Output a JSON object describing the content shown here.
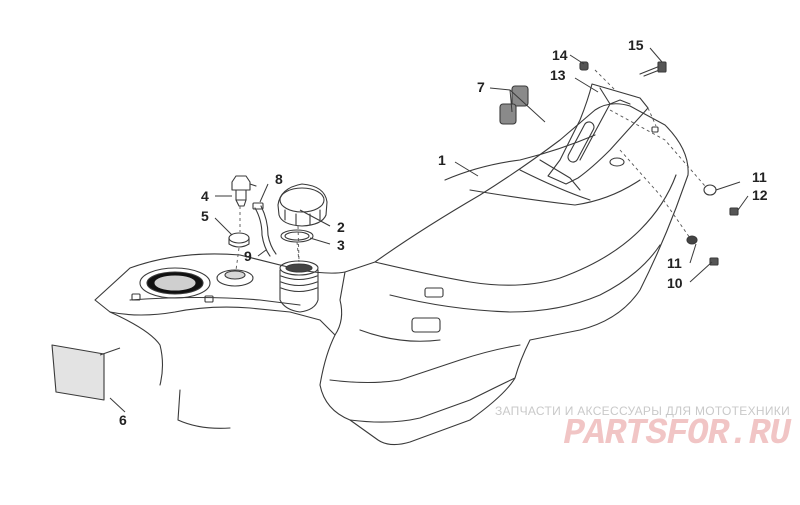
{
  "callouts": [
    {
      "id": "1",
      "label": "1"
    },
    {
      "id": "2",
      "label": "2"
    },
    {
      "id": "3",
      "label": "3"
    },
    {
      "id": "4",
      "label": "4"
    },
    {
      "id": "5",
      "label": "5"
    },
    {
      "id": "6",
      "label": "6"
    },
    {
      "id": "7",
      "label": "7"
    },
    {
      "id": "8",
      "label": "8"
    },
    {
      "id": "9",
      "label": "9"
    },
    {
      "id": "10",
      "label": "10"
    },
    {
      "id": "11a",
      "label": "11"
    },
    {
      "id": "11b",
      "label": "11"
    },
    {
      "id": "12",
      "label": "12"
    },
    {
      "id": "13",
      "label": "13"
    },
    {
      "id": "14",
      "label": "14"
    },
    {
      "id": "15",
      "label": "15"
    }
  ],
  "watermark": {
    "tagline": "ЗАПЧАСТИ И АКСЕССУАРЫ ДЛЯ МОТОТЕХНИКИ",
    "logo": "PARTSFOR.RU",
    "tagline_color": "#c9c9c9",
    "logo_color": "#f1c5c5"
  },
  "colors": {
    "line": "#3a3a3a",
    "background": "#ffffff"
  }
}
